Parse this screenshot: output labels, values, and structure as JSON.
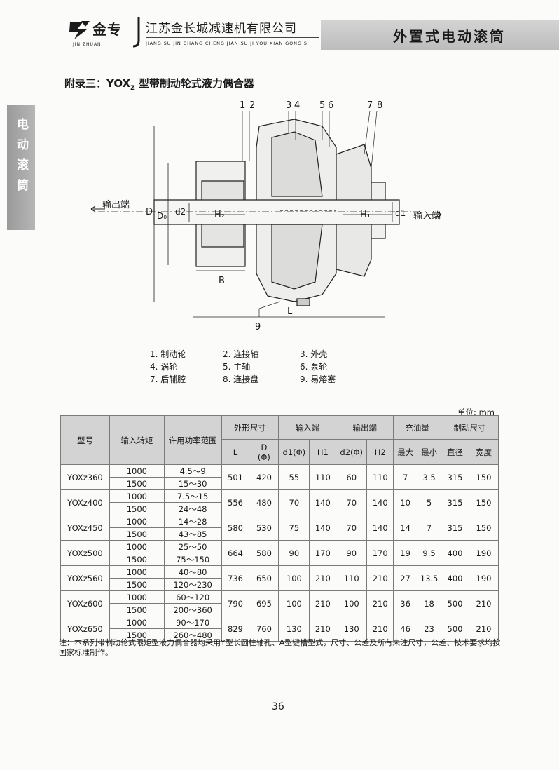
{
  "header": {
    "logo_cn": "金专",
    "logo_en": "JIN ZHUAN",
    "company_cn": "江苏金长城减速机有限公司",
    "company_en": "JIANG SU JIN CHANG CHENG JIAN SU JI YOU XIAN GONG SI",
    "product_title": "外置式电动滚筒"
  },
  "side_tab": {
    "label": "电动滚筒"
  },
  "appendix": {
    "prefix": "附录三：YOX",
    "subscript": "Z",
    "suffix": " 型带制动轮式液力偶合器"
  },
  "diagram": {
    "callouts_top": [
      "1",
      "2",
      "3",
      "4",
      "5",
      "6",
      "7",
      "8"
    ],
    "callout_bottom": "9",
    "output_label": "输出端",
    "input_label": "输入端",
    "dim_labels": {
      "D": "D",
      "D0": "D₀",
      "d2": "d2",
      "H2": "H₂",
      "H1": "H₁",
      "d1": "d1",
      "B": "B",
      "L": "L"
    }
  },
  "legend": [
    "1. 制动轮",
    "2. 连接轴",
    "3. 外壳",
    "4. 涡轮",
    "5. 主轴",
    "6. 泵轮",
    "7. 后辅腔",
    "8. 连接盘",
    "9. 易熔塞"
  ],
  "table": {
    "unit": "单位: mm",
    "headers": {
      "model": "型号",
      "torque": "输入转矩",
      "power": "许用功率范围",
      "outline": "外形尺寸",
      "input_end": "输入端",
      "output_end": "输出端",
      "oil": "充油量",
      "brake": "制动尺寸",
      "L": "L",
      "D": "D",
      "D_phi": "(Φ)",
      "d1": "d1(Φ)",
      "H1": "H1",
      "d2": "d2(Φ)",
      "H2": "H2",
      "oil_max": "最大",
      "oil_min": "最小",
      "brake_dia": "直径",
      "brake_width": "宽度"
    },
    "rows": [
      {
        "model": "YOXz360",
        "speeds": [
          "1000",
          "1500"
        ],
        "powers": [
          "4.5～9",
          "15～30"
        ],
        "L": "501",
        "D": "420",
        "d1": "55",
        "H1": "110",
        "d2": "60",
        "H2": "110",
        "oil_max": "7",
        "oil_min": "3.5",
        "brake_dia": "315",
        "brake_width": "150"
      },
      {
        "model": "YOXz400",
        "speeds": [
          "1000",
          "1500"
        ],
        "powers": [
          "7.5～15",
          "24～48"
        ],
        "L": "556",
        "D": "480",
        "d1": "70",
        "H1": "140",
        "d2": "70",
        "H2": "140",
        "oil_max": "10",
        "oil_min": "5",
        "brake_dia": "315",
        "brake_width": "150"
      },
      {
        "model": "YOXz450",
        "speeds": [
          "1000",
          "1500"
        ],
        "powers": [
          "14～28",
          "43～85"
        ],
        "L": "580",
        "D": "530",
        "d1": "75",
        "H1": "140",
        "d2": "70",
        "H2": "140",
        "oil_max": "14",
        "oil_min": "7",
        "brake_dia": "315",
        "brake_width": "150"
      },
      {
        "model": "YOXz500",
        "speeds": [
          "1000",
          "1500"
        ],
        "powers": [
          "25～50",
          "75～150"
        ],
        "L": "664",
        "D": "580",
        "d1": "90",
        "H1": "170",
        "d2": "90",
        "H2": "170",
        "oil_max": "19",
        "oil_min": "9.5",
        "brake_dia": "400",
        "brake_width": "190"
      },
      {
        "model": "YOXz560",
        "speeds": [
          "1000",
          "1500"
        ],
        "powers": [
          "40～80",
          "120～230"
        ],
        "L": "736",
        "D": "650",
        "d1": "100",
        "H1": "210",
        "d2": "110",
        "H2": "210",
        "oil_max": "27",
        "oil_min": "13.5",
        "brake_dia": "400",
        "brake_width": "190"
      },
      {
        "model": "YOXz600",
        "speeds": [
          "1000",
          "1500"
        ],
        "powers": [
          "60～120",
          "200～360"
        ],
        "L": "790",
        "D": "695",
        "d1": "100",
        "H1": "210",
        "d2": "100",
        "H2": "210",
        "oil_max": "36",
        "oil_min": "18",
        "brake_dia": "500",
        "brake_width": "210"
      },
      {
        "model": "YOXz650",
        "speeds": [
          "1000",
          "1500"
        ],
        "powers": [
          "90～170",
          "260～480"
        ],
        "L": "829",
        "D": "760",
        "d1": "130",
        "H1": "210",
        "d2": "130",
        "H2": "210",
        "oil_max": "46",
        "oil_min": "23",
        "brake_dia": "500",
        "brake_width": "210"
      }
    ]
  },
  "note": "注：本系列带制动轮式限矩型液力偶合器均采用Y型长圆柱轴孔、A型键槽型式，尺寸、公差及所有未注尺寸，公差、技术要求均按国家标准制作。",
  "page_number": "36"
}
